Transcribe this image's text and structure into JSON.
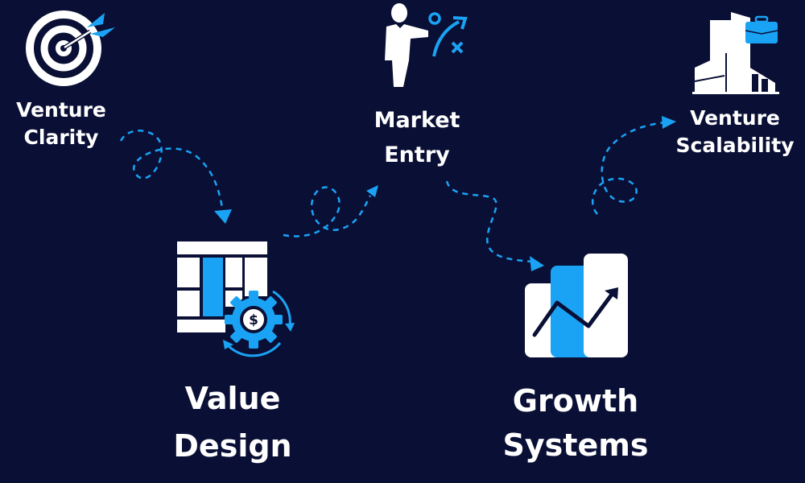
{
  "colors": {
    "background": "#0a0f35",
    "accent": "#1aa3f5",
    "icon": "#ffffff"
  },
  "steps": [
    {
      "id": "venture-clarity",
      "lines": [
        "Venture",
        "Clarity"
      ],
      "icon": "target-arrow-icon"
    },
    {
      "id": "value-design",
      "lines": [
        "Value",
        "Design"
      ],
      "icon": "table-gear-dollar-icon"
    },
    {
      "id": "market-entry",
      "lines": [
        "Market",
        "Entry"
      ],
      "icon": "presenter-strategy-icon"
    },
    {
      "id": "growth-systems",
      "lines": [
        "Growth",
        "Systems"
      ],
      "icon": "growth-chart-icon"
    },
    {
      "id": "venture-scalability",
      "lines": [
        "Venture",
        "Scalability"
      ],
      "icon": "building-briefcase-icon"
    }
  ]
}
